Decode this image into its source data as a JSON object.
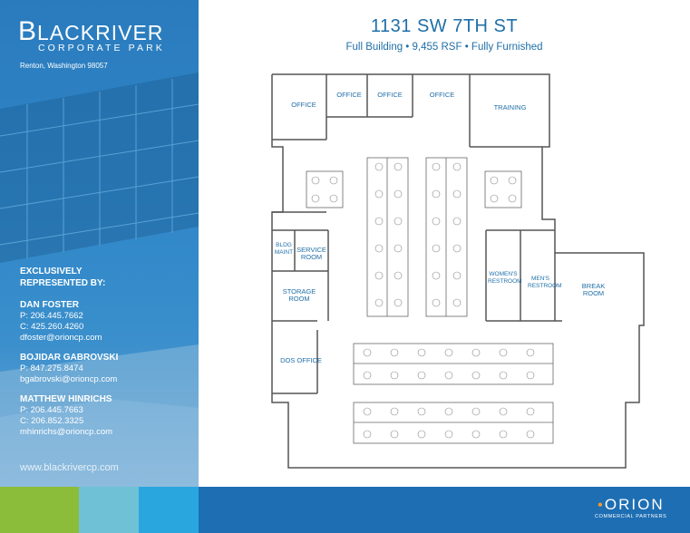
{
  "brand": {
    "logo_main": "LACKRIVER",
    "logo_initial": "B",
    "logo_sub": "CORPORATE PARK",
    "address": "Renton, Washington 98057",
    "website": "www.blackrivercp.com"
  },
  "header": {
    "title": "1131 SW 7TH ST",
    "subtitle": "Full Building • 9,455 RSF • Fully Furnished"
  },
  "contacts": {
    "heading_line1": "EXCLUSIVELY",
    "heading_line2": "REPRESENTED BY:",
    "people": [
      {
        "name": "DAN FOSTER",
        "p": "P:  206.445.7662",
        "c": "C:  425.260.4260",
        "email": "dfoster@orioncp.com"
      },
      {
        "name": "BOJIDAR GABROVSKI",
        "p": "P:  847.275.8474",
        "email": "bgabrovski@orioncp.com"
      },
      {
        "name": "MATTHEW HINRICHS",
        "p": "P:  206.445.7663",
        "c": "C:  206.852.3325",
        "email": "mhinrichs@orioncp.com"
      }
    ]
  },
  "footer": {
    "company": "ORION",
    "company_sub": "COMMERCIAL PARTNERS"
  },
  "rooms": {
    "office_1": "OFFICE",
    "office_2": "OFFICE",
    "office_3": "OFFICE",
    "office_4": "OFFICE",
    "training": "TRAINING",
    "bldg_maint": "BLDG MAINT",
    "service_room": "SERVICE ROOM",
    "storage_room": "STORAGE ROOM",
    "dos_office": "DOS OFFICE",
    "womens_restroom": "WOMEN'S RESTROOM",
    "mens_restroom": "MEN'S RESTROOM",
    "break_room": "BREAK ROOM"
  },
  "colors": {
    "brand_blue": "#1f6fa8",
    "sidebar_blue": "#2f86c7",
    "footer_blue": "#1e6eb3",
    "band_green": "#8bbd3a",
    "band_teal": "#6fc2d5",
    "band_cyan": "#2aa6df",
    "orion_accent": "#f29a2e"
  }
}
